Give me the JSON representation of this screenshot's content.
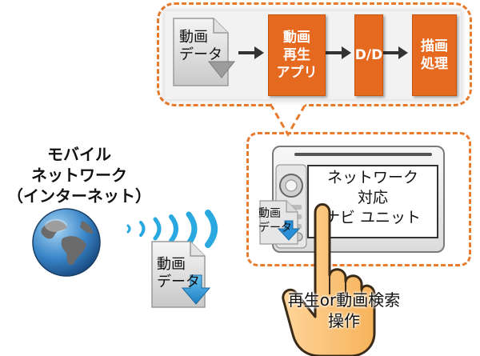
{
  "pipeline": {
    "source_doc": "動画\nデータ",
    "steps": [
      "動画\n再生\nアプリ",
      "D/D",
      "描画\n処理"
    ]
  },
  "network": {
    "label": "モバイル\nネットワーク\n（インターネット）"
  },
  "download_doc": "動画\nデータ",
  "nav_unit": {
    "label": "ネットワーク\n対応\nナビ ユニット",
    "doc_label": "動画\nデータ"
  },
  "operation": {
    "label": "再生or動画検索\n操作"
  },
  "colors": {
    "accent_orange": "#e56a1f",
    "dashed_border": "#e87b2d",
    "wave_blue": "#29a9e0"
  }
}
